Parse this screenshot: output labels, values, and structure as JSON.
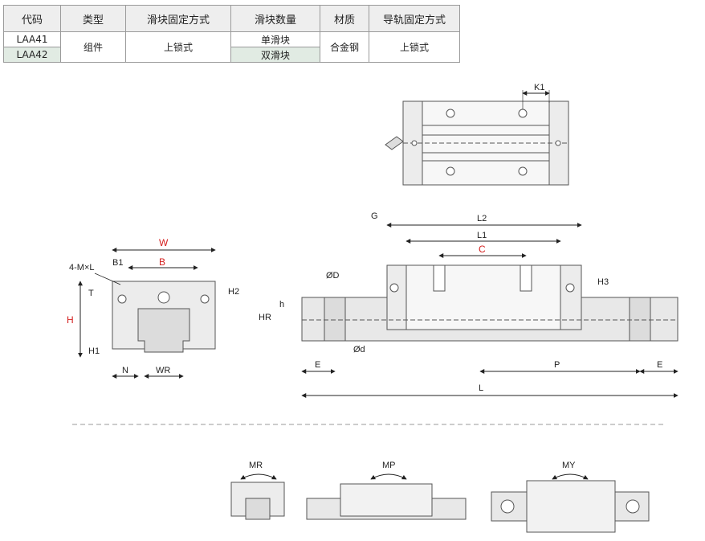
{
  "table": {
    "headers": [
      "代码",
      "类型",
      "滑块固定方式",
      "滑块数量",
      "材质",
      "导轨固定方式"
    ],
    "rows": [
      {
        "code": "LAA41",
        "slider_count": "单滑块"
      },
      {
        "code": "LAA42",
        "slider_count": "双滑块"
      }
    ],
    "type": "组件",
    "slider_fix": "上锁式",
    "material": "合金钢",
    "rail_fix": "上锁式"
  },
  "labels": {
    "K1": "K1",
    "L2": "L2",
    "L1": "L1",
    "G": "G",
    "C": "C",
    "W": "W",
    "B": "B",
    "B1": "B1",
    "4ML": "4-M×L",
    "T": "T",
    "H": "H",
    "H2": "H2",
    "H1": "H1",
    "N": "N",
    "WR": "WR",
    "D": "ØD",
    "d": "Ød",
    "h": "h",
    "HR": "HR",
    "H3": "H3",
    "E_left": "E",
    "P": "P",
    "E_right": "E",
    "L": "L",
    "MR": "MR",
    "MP": "MP",
    "MY": "MY"
  },
  "colors": {
    "accent_red": "#d4201f",
    "row_alt": "#e1ebe3",
    "header_bg": "#eeeeee"
  }
}
